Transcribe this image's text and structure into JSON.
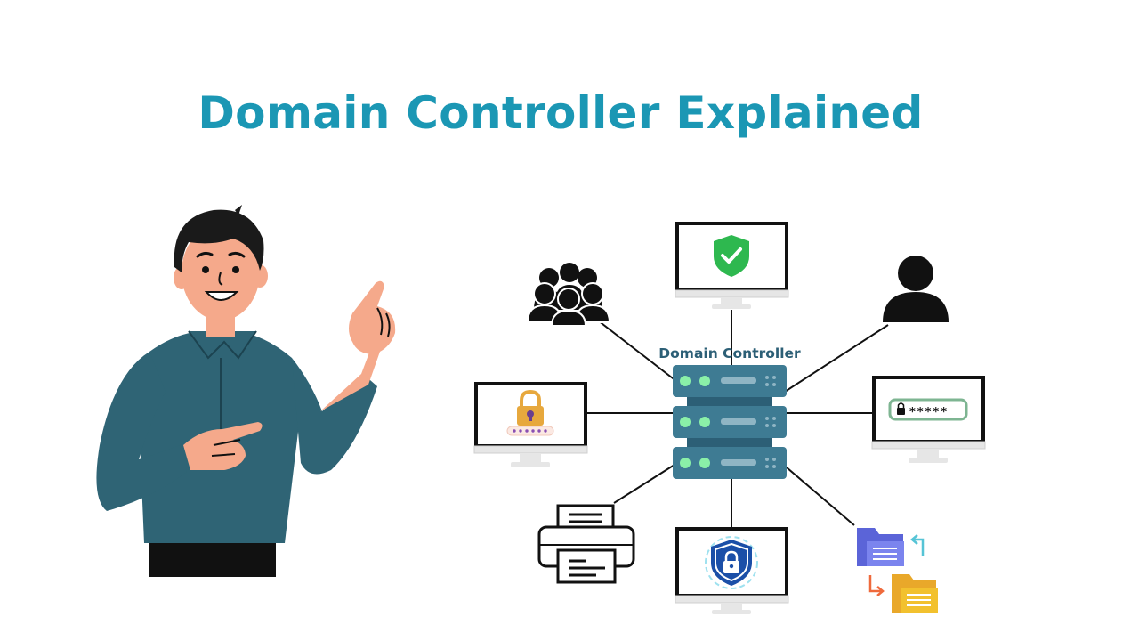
{
  "title": "Domain Controller Explained",
  "center_label": "Domain Controller",
  "password_text": "*****",
  "colors": {
    "title": "#1b97b4",
    "server": "#3e7b93",
    "server_light": "#8fb5c4",
    "led": "#8af0a8",
    "center_label": "#2c5f76",
    "shirt": "#2f6475",
    "skin": "#f5a98b",
    "hair": "#1a1a1a",
    "shield_green": "#2eb84f",
    "lock_gold": "#e7a83d",
    "password_frame": "#7eb592",
    "shield_blue": "#1b4fa8",
    "folder_blue": "#5b64d8",
    "folder_yellow": "#f2c12e",
    "arrow_teal": "#56c4d6",
    "arrow_orange": "#ef6a3c"
  },
  "icons": {
    "person": "pointing-man-illustration",
    "server": "server-rack-icon",
    "group": "user-group-icon",
    "user": "single-user-icon",
    "monitor_shield": "security-shield-monitor-icon",
    "monitor_lock": "lock-password-monitor-icon",
    "monitor_password": "password-field-monitor-icon",
    "printer": "printer-icon",
    "monitor_secure": "secure-lock-shield-monitor-icon",
    "files": "file-sync-icon"
  }
}
